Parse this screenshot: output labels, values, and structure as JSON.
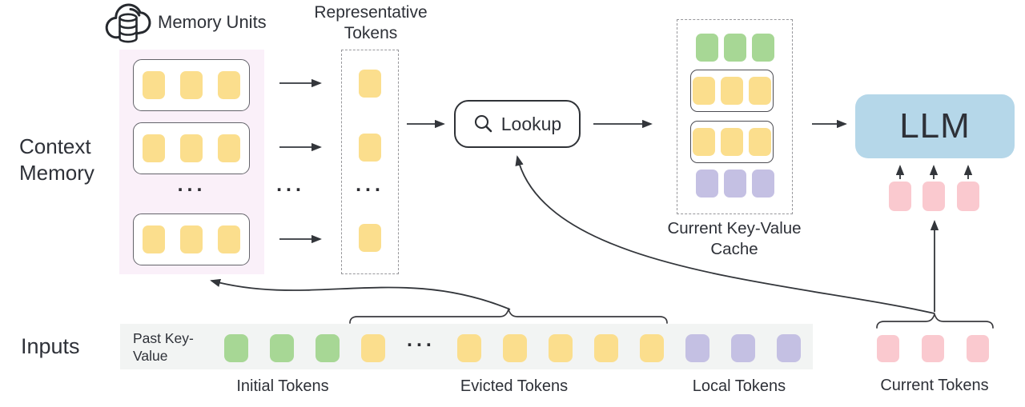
{
  "colors": {
    "ink": "#2E3138",
    "line": "#33363B",
    "token_yellow": "#FBDE8D",
    "token_green": "#A7D795",
    "token_purple": "#C4C0E3",
    "token_pink": "#FAC9CF",
    "llm_blue": "#B5D7E9",
    "memory_panel_pink": "#FAF0F9",
    "inputs_bar_gray": "#F2F4F3"
  },
  "icons": {
    "cloud_database": "cloud-database-icon",
    "search": "search-icon"
  },
  "labels": {
    "memory_units": "Memory Units",
    "representative_tokens": "Representative Tokens",
    "context_memory": "Context Memory",
    "lookup": "Lookup",
    "current_kv_cache": "Current Key-Value Cache",
    "llm": "LLM",
    "inputs": "Inputs",
    "past_key_value": "Past Key-Value",
    "initial_tokens": "Initial Tokens",
    "evicted_tokens": "Evicted Tokens",
    "local_tokens": "Local Tokens",
    "current_tokens": "Current Tokens",
    "ellipsis": "..."
  },
  "structure": {
    "memory_units_shown": 3,
    "tokens_per_memory_unit": 3,
    "representative_tokens_shown": 3,
    "cache_rows": [
      "initial-green",
      "memory-unit-yellow",
      "memory-unit-yellow",
      "local-purple"
    ],
    "current_tokens_shown": 3
  },
  "inputs_bar": {
    "sequence": [
      "green",
      "green",
      "green",
      "yellow",
      "ellipsis",
      "yellow",
      "yellow",
      "yellow",
      "yellow",
      "yellow",
      "purple",
      "purple",
      "purple"
    ]
  }
}
